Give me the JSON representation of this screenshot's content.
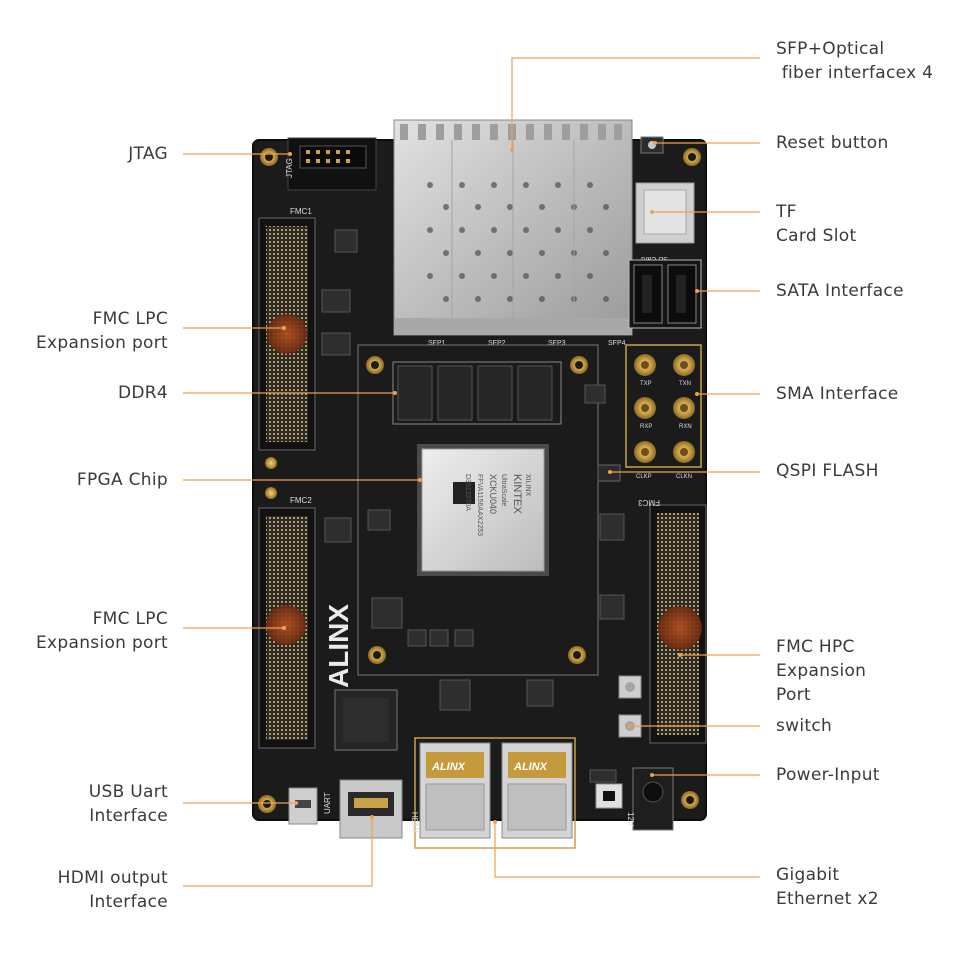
{
  "board": {
    "brand": "ALINX",
    "chip_lines": [
      "XILINX",
      "KINTEX",
      "UltraScale",
      "XCKU040",
      "FFVA1156AAX2253",
      "D3512270A"
    ],
    "connector_labels": {
      "jtag": "JTAG",
      "fmc1": "FMC1",
      "fmc2": "FMC2",
      "fmc3": "FMC3",
      "sfp": [
        "SFP1",
        "SFP2",
        "SFP3",
        "SFP4"
      ],
      "sd": "SD Card",
      "hdmi": "HDMI",
      "uart": "UART",
      "sma": [
        "TXP",
        "TXN",
        "RXP",
        "RXN",
        "CLKP",
        "CLKN"
      ],
      "power": "12V",
      "eth_brand": "ALINX"
    }
  },
  "callouts": {
    "sfp": {
      "lines": [
        "SFP+Optical",
        " fiber interfacex 4"
      ]
    },
    "jtag": {
      "lines": [
        "JTAG"
      ]
    },
    "reset": {
      "lines": [
        "Reset button"
      ]
    },
    "tf": {
      "lines": [
        "TF",
        "Card Slot"
      ]
    },
    "sata": {
      "lines": [
        "SATA Interface"
      ]
    },
    "fmc_lpc1": {
      "lines": [
        "FMC LPC",
        "Expansion port"
      ]
    },
    "ddr4": {
      "lines": [
        "DDR4"
      ]
    },
    "sma": {
      "lines": [
        "SMA Interface"
      ]
    },
    "fpga": {
      "lines": [
        "FPGA Chip"
      ]
    },
    "qspi": {
      "lines": [
        "QSPI FLASH"
      ]
    },
    "fmc_lpc2": {
      "lines": [
        "FMC LPC",
        "Expansion port"
      ]
    },
    "fmc_hpc": {
      "lines": [
        "FMC HPC",
        "Expansion",
        "Port"
      ]
    },
    "switch": {
      "lines": [
        "switch"
      ]
    },
    "power": {
      "lines": [
        "Power-Input"
      ]
    },
    "usb_uart": {
      "lines": [
        "USB Uart",
        "Interface"
      ]
    },
    "hdmi": {
      "lines": [
        "HDMI output",
        "Interface"
      ]
    },
    "gigabit": {
      "lines": [
        "Gigabit",
        "Ethernet x2"
      ]
    }
  },
  "colors": {
    "leader": "#f0a050",
    "text": "#3a3a3a",
    "pcb": "#1a1a1a",
    "gold": "#c9a24a",
    "metal": "#c8c8c8"
  }
}
